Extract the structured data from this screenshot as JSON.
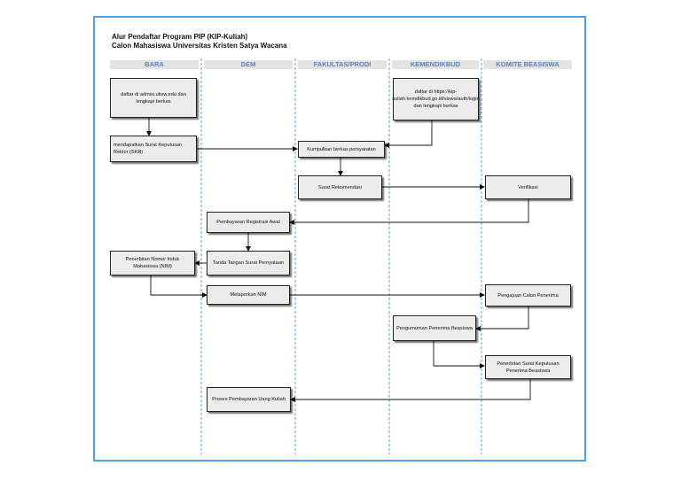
{
  "diagram": {
    "title_line1": "Alur Pendaftar Program PIP (KIP-Kuliah)",
    "title_line2": "Calon Mahasiswa Universitas Kristen Satya Wacana",
    "lanes": [
      "BARA",
      "DEM",
      "FAKULTAS/PRODI",
      "KEMENDIKBUD",
      "KOMITE BEASISWA"
    ],
    "nodes": {
      "daftar_admisi": "daftar di admisi.uksw.edu dan lengkapi berkas",
      "daftar_kemdikbud": "daftar di https://kip-kuliah.kemdikbud.go.id/siswa/auth/login dan lengkapi berkas",
      "skr": "mendapatkan Surat Keputusan Rektor (SKR)",
      "kumpulkan": "Kumpulkan berkas persyaratan",
      "rekomendasi": "Surat Rekomendasi",
      "verifikasi": "Verifikasi",
      "registrasi": "Pembayaran  Registrasi  Awal",
      "nim": "Penerbitan Nomor Induk Mahasiswa (NIM)",
      "ttd": "Tanda Tangan Surat Pernyataan",
      "melaporkan": "Melaporkan NIM",
      "pengajuan": "Pengajuan Calon Penerima",
      "pengumuman": "Pengumuman Penerima Beasiswa",
      "sk_beasiswa": "Penerbitan Surat Keputusan Penerima Beasiswa",
      "pembayaran_uk": "Proses Pembayaran Uang Kuliah"
    }
  }
}
